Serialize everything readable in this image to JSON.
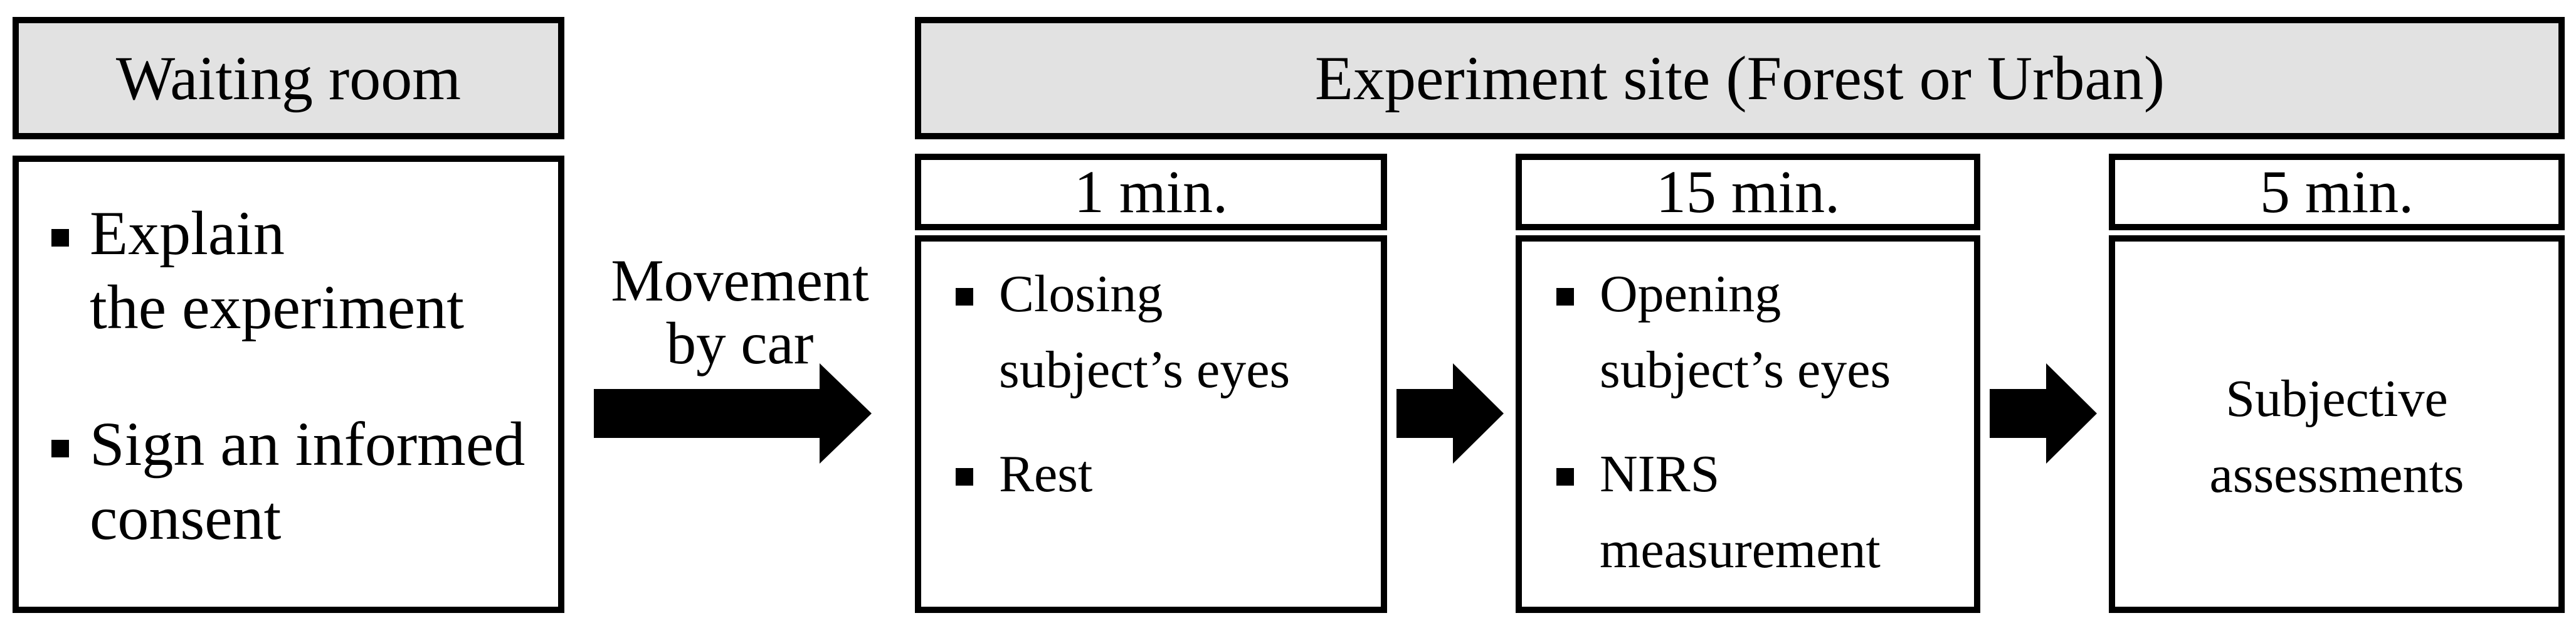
{
  "figure": {
    "background": "#ffffff",
    "border_color": "#000000",
    "header_fill": "#e2e2e2",
    "waiting_room": {
      "title": "Waiting room",
      "items": [
        "Explain\nthe experiment",
        "Sign an informed\nconsent"
      ]
    },
    "transition": {
      "label": "Movement\nby car"
    },
    "experiment_site": {
      "title": "Experiment site (Forest or Urban)",
      "phases": [
        {
          "duration": "1 min.",
          "items": [
            "Closing\nsubject’s eyes",
            "Rest"
          ]
        },
        {
          "duration": "15 min.",
          "items": [
            "Opening\nsubject’s eyes",
            "NIRS\nmeasurement"
          ]
        },
        {
          "duration": "5 min.",
          "note": "Subjective\nassessments"
        }
      ]
    }
  }
}
